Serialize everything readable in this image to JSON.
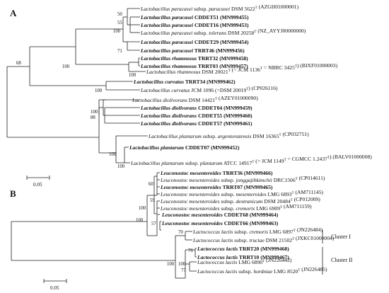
{
  "panel_a": {
    "letter": "A",
    "scale_bar": "0.05",
    "bootstrap": [
      "50",
      "55",
      "100",
      "71",
      "100",
      "100",
      "68",
      "100",
      "100",
      "88",
      "100",
      "100"
    ],
    "taxa": [
      {
        "pre": "Lactobacillus paracasei",
        "post": " subsp. ",
        "pre2": "paracasei",
        "post2": " DSM 5622",
        "sup": "T",
        "tail": " (AZGH01000001)",
        "bold": false
      },
      {
        "pre": "Lactobacillus paracasei",
        "post": " CDDET51 (MN999455)",
        "bold": true
      },
      {
        "pre": "Lactobacillus paracasei",
        "post": " CDDET16 (MN999453)",
        "bold": true
      },
      {
        "pre": "Lactobacillus paracasei",
        "post": " subsp. ",
        "pre2": "tolerans",
        "post2": " DSM 20258",
        "sup": "T",
        "tail": " (NZ_AYYJ00000000)",
        "bold": false
      },
      {
        "pre": "Lactobacillus paracasei",
        "post": " CDDET29 (MN999454)",
        "bold": true
      },
      {
        "pre": "Lactobacillus paracasei",
        "post": " TRRT46 (MN999456)",
        "bold": true
      },
      {
        "pre": "Lactobacillus rhamnosus",
        "post": " TRRT32 (MN999458)",
        "bold": true
      },
      {
        "pre": "Lactobacillus rhamnosus",
        "post": " TRRT03 (MN999457)",
        "bold": true
      },
      {
        "pre": "Lactobacillus rhamnosus",
        "post": " DSM 20021",
        "sup": "T",
        "tail": " (= JCM 1136",
        "sup2": "T",
        "tail2": " = NBRC 3425",
        "sup3": "T",
        "tail3": ") (BIXF01000003)",
        "bold": false
      },
      {
        "pre": "Lactobacillus curvatus",
        "post": " TRRT34 (MN999462)",
        "bold": true
      },
      {
        "pre": "Lactobacillus curvatus",
        "post": " JCM 1096 (=DSM 20019",
        "sup": "T",
        "tail": ") (CP026116)",
        "bold": false
      },
      {
        "pre": "Lactobacillus diolivorans",
        "post": " DSM 14421",
        "sup": "T",
        "tail": " (AZEY01000090)",
        "bold": false
      },
      {
        "pre": "Lactobacillus diolivorans",
        "post": " CDDET04 (MN999459)",
        "bold": true
      },
      {
        "pre": "Lactobacillus diolivorans",
        "post": " CDDET55 (MN999460)",
        "bold": true
      },
      {
        "pre": "Lactobacillus diolivorans",
        "post": " CDDET57 (MN999461)",
        "bold": true
      },
      {
        "pre": "Lactobacillus plantarum",
        "post": " subsp. ",
        "pre2": "argentoratensis",
        "post2": " DSM 16365",
        "sup": "T",
        "tail": " (CP032751)",
        "bold": false
      },
      {
        "pre": "Lactobacillus plantarum",
        "post": " CDDET07 (MN999452)",
        "bold": true
      },
      {
        "pre": "Lactobacillus plantarum",
        "post": " subsp. ",
        "pre2": "plantarum",
        "post2": " ATCC 14917",
        "sup": "T",
        "tail": " (= JCM 1149",
        "sup2": "T",
        "tail2": " = CGMCC 1.2437",
        "sup3": "T",
        "tail3": ") (BALV01000008)",
        "bold": false
      }
    ]
  },
  "panel_b": {
    "letter": "B",
    "scale_bar": "0.05",
    "bootstrap": [
      "60",
      "59",
      "100",
      "100",
      "57",
      "70",
      "100",
      "76",
      "100",
      "77"
    ],
    "clusters": [
      "Cluster I",
      "Cluster II"
    ],
    "taxa": [
      {
        "pre": "Leuconostoc mesenteroides",
        "post": " TRRT36 (MN999466)",
        "bold": true
      },
      {
        "pre": "Leuconostoc mesenteroides",
        "post": " subsp. ",
        "pre2": "jonggajibkimchii",
        "post2": " DRC1506",
        "sup": "T",
        "tail": " (CP014611)",
        "bold": false
      },
      {
        "pre": "Leuconostoc mesenteroides",
        "post": " TRRT07 (MN999465)",
        "bold": true
      },
      {
        "pre": "Leuconostoc mesenteroides",
        "post": " subsp. ",
        "pre2": "mesenteroides",
        "post2": " LMG 6893",
        "sup": "T",
        "tail": " (AM711145)",
        "bold": false
      },
      {
        "pre": "Leuconostoc mesenteroides",
        "post": " subsp. ",
        "pre2": "dextranicum",
        "post2": " DSM 20484",
        "sup": "T",
        "tail": " (CP012009)",
        "bold": false
      },
      {
        "pre": "Leuconostoc mesenteroides",
        "post": " subsp. ",
        "pre2": "cremoris",
        "post2": " LMG 6909",
        "sup": "T",
        "tail": " (AM711159)",
        "bold": false
      },
      {
        "pre": "Leuconostoc mesenteroides",
        "post": " CDDET68 (MN999464)",
        "bold": true
      },
      {
        "pre": "Leuconostoc mesenteroides",
        "post": " CDDET66 (MN999463)",
        "bold": true
      },
      {
        "pre": "Lactococcus lactis",
        "post": " subsp. ",
        "pre2": "cremoris",
        "post2": " LMG 6897",
        "sup": "T",
        "tail": " (JN226484)",
        "bold": false
      },
      {
        "pre": "Lactococcus lactis",
        "post": " subsp. ",
        "pre2": "tructae",
        "post2": " DSM 21502",
        "sup": "T",
        "tail": " (JXKC01000004)",
        "bold": false
      },
      {
        "pre": "Lactococcus lactis",
        "post": " TRRT20 (MN999468)",
        "bold": true
      },
      {
        "pre": "Lactococcus lactis",
        "post": " TRRT10 (MN999467)",
        "bold": true
      },
      {
        "pre": "Lactococcus lactis",
        "post": " LMG 6890",
        "sup": "T",
        "tail": " (JN226442)",
        "bold": false
      },
      {
        "pre": "Lactococcus lactis",
        "post": " subsp. ",
        "pre2": "hordniae",
        "post2": " LMG 8520",
        "sup": "T",
        "tail": " (JN226485)",
        "bold": false
      }
    ]
  }
}
